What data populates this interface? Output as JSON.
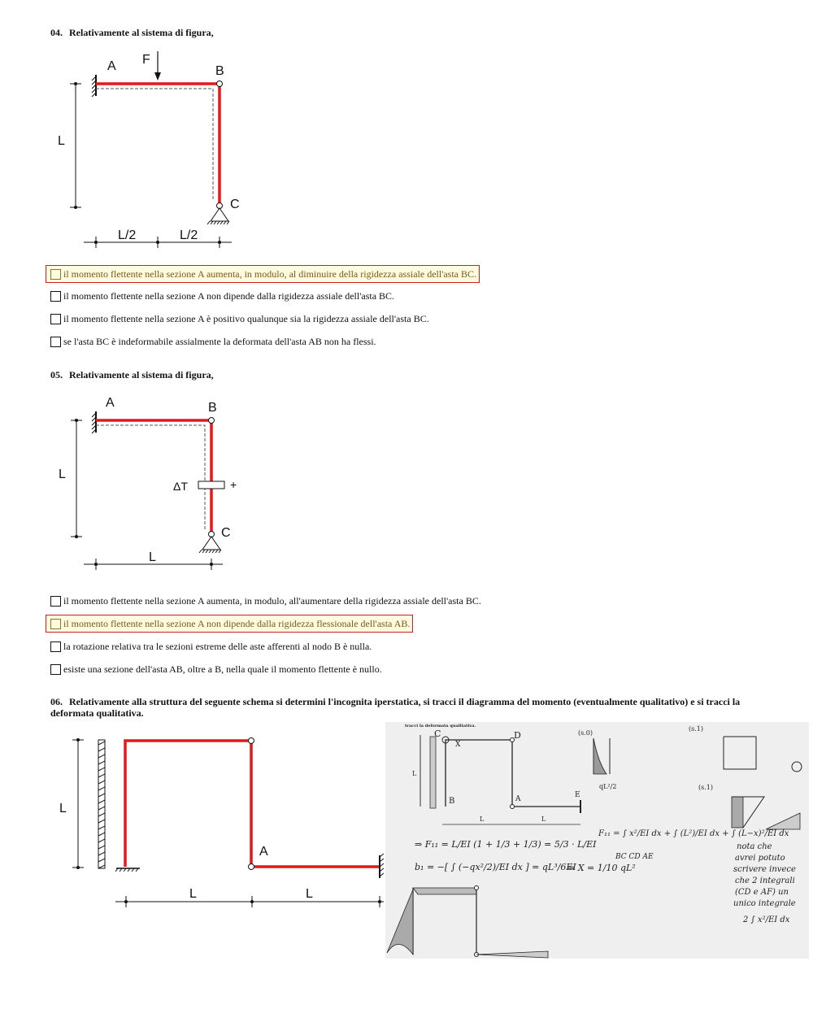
{
  "q04": {
    "number": "04.",
    "title": "Relativamente al sistema di figura,",
    "figure": {
      "labels": {
        "A": "A",
        "B": "B",
        "C": "C",
        "F": "F",
        "L": "L",
        "half1": "L/2",
        "half2": "L/2"
      }
    },
    "options": [
      {
        "text": "il momento flettente nella sezione A aumenta, in modulo, al diminuire della rigidezza assiale dell'asta BC.",
        "selected": true
      },
      {
        "text": "il momento flettente nella sezione A non dipende dalla rigidezza assiale dell'asta BC.",
        "selected": false
      },
      {
        "text": "il momento flettente nella sezione A è positivo qualunque sia la rigidezza assiale dell'asta BC.",
        "selected": false
      },
      {
        "text": "se l'asta BC è indeformabile assialmente la deformata dell'asta AB non ha flessi.",
        "selected": false
      }
    ]
  },
  "q05": {
    "number": "05.",
    "title": "Relativamente al sistema di figura,",
    "figure": {
      "labels": {
        "A": "A",
        "B": "B",
        "C": "C",
        "dT": "ΔT",
        "plus": "+",
        "L_vert": "L",
        "L_horiz": "L"
      }
    },
    "options": [
      {
        "text": "il momento flettente nella sezione A aumenta, in modulo, all'aumentare della rigidezza assiale dell'asta BC.",
        "selected": false
      },
      {
        "text": "il momento flettente nella sezione A non dipende dalla rigidezza flessionale dell'asta AB.",
        "selected": true
      },
      {
        "text": "la rotazione relativa tra le sezioni estreme delle aste afferenti al nodo B è nulla.",
        "selected": false
      },
      {
        "text": "esiste una sezione dell'asta AB, oltre a B, nella quale il momento flettente è nullo.",
        "selected": false
      }
    ]
  },
  "q06": {
    "number": "06.",
    "title": "Relativamente alla struttura del seguente schema si determini l'incognita iperstatica, si tracci il diagramma del momento (eventualmente qualitativo) e si tracci la deformata qualitativa.",
    "figure": {
      "labels": {
        "A": "A",
        "L_vert": "L",
        "L1": "L",
        "L2": "L"
      }
    },
    "handwritten": {
      "header": "tracci la deformata qualitativa.",
      "C": "C",
      "D": "D",
      "B": "B",
      "A": "A",
      "E": "E",
      "X": "X",
      "L_vert": "L",
      "L_a": "L",
      "L_b": "L",
      "s0": "(s.0)",
      "s1a": "(s.1)",
      "s1b": "(s.1)",
      "qL2": "qL²/2",
      "F11": "F₁₁ = ∫ x²/EI dx + ∫ (L²)/EI dx + ∫ (L−x)²/EI dx",
      "subs": "BC    CD    AE",
      "eq1": "⇒ F₁₁ = L/EI (1 + 1/3 + 1/3) = 5/3 · L/EI",
      "eq2": "b₁ = −[ ∫ (−qx²/2)/EI dx ] = qL³/6EI",
      "eq3": "⇒ X = 1/10 qL²",
      "note": [
        "nota che",
        "avrei potuto",
        "scrivere invece",
        "che 2 integrali",
        "(CD e AF) un",
        "unico integrale",
        "2 ∫ x²/EI dx"
      ]
    }
  }
}
